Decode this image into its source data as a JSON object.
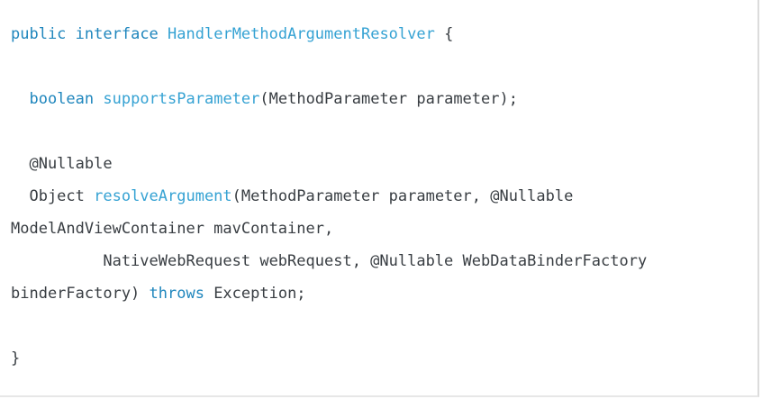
{
  "colors": {
    "keyword": "#1f86bd",
    "name": "#35a2d3",
    "plain": "#383d42",
    "border_right": "#dcdcdc",
    "border_bottom": "#e7e7e7",
    "background": "#ffffff"
  },
  "code_block": {
    "language": "java",
    "lines": [
      {
        "segments": [
          {
            "type": "keyword",
            "text": "public"
          },
          {
            "type": "plain",
            "text": " "
          },
          {
            "type": "keyword",
            "text": "interface"
          },
          {
            "type": "plain",
            "text": " "
          },
          {
            "type": "name",
            "text": "HandlerMethodArgumentResolver"
          },
          {
            "type": "plain",
            "text": " {"
          }
        ]
      },
      {
        "segments": []
      },
      {
        "segments": [
          {
            "type": "plain",
            "text": "  "
          },
          {
            "type": "keyword",
            "text": "boolean"
          },
          {
            "type": "plain",
            "text": " "
          },
          {
            "type": "name",
            "text": "supportsParameter"
          },
          {
            "type": "plain",
            "text": "(MethodParameter parameter);"
          }
        ]
      },
      {
        "segments": []
      },
      {
        "segments": [
          {
            "type": "plain",
            "text": "  @Nullable"
          }
        ]
      },
      {
        "segments": [
          {
            "type": "plain",
            "text": "  Object "
          },
          {
            "type": "name",
            "text": "resolveArgument"
          },
          {
            "type": "plain",
            "text": "(MethodParameter parameter, @Nullable"
          }
        ]
      },
      {
        "segments": [
          {
            "type": "plain",
            "text": "ModelAndViewContainer mavContainer,"
          }
        ]
      },
      {
        "segments": [
          {
            "type": "plain",
            "text": "          NativeWebRequest webRequest, @Nullable WebDataBinderFactory"
          }
        ]
      },
      {
        "segments": [
          {
            "type": "plain",
            "text": "binderFactory) "
          },
          {
            "type": "keyword",
            "text": "throws"
          },
          {
            "type": "plain",
            "text": " Exception;"
          }
        ]
      },
      {
        "segments": []
      },
      {
        "segments": [
          {
            "type": "plain",
            "text": "}"
          }
        ]
      }
    ]
  }
}
